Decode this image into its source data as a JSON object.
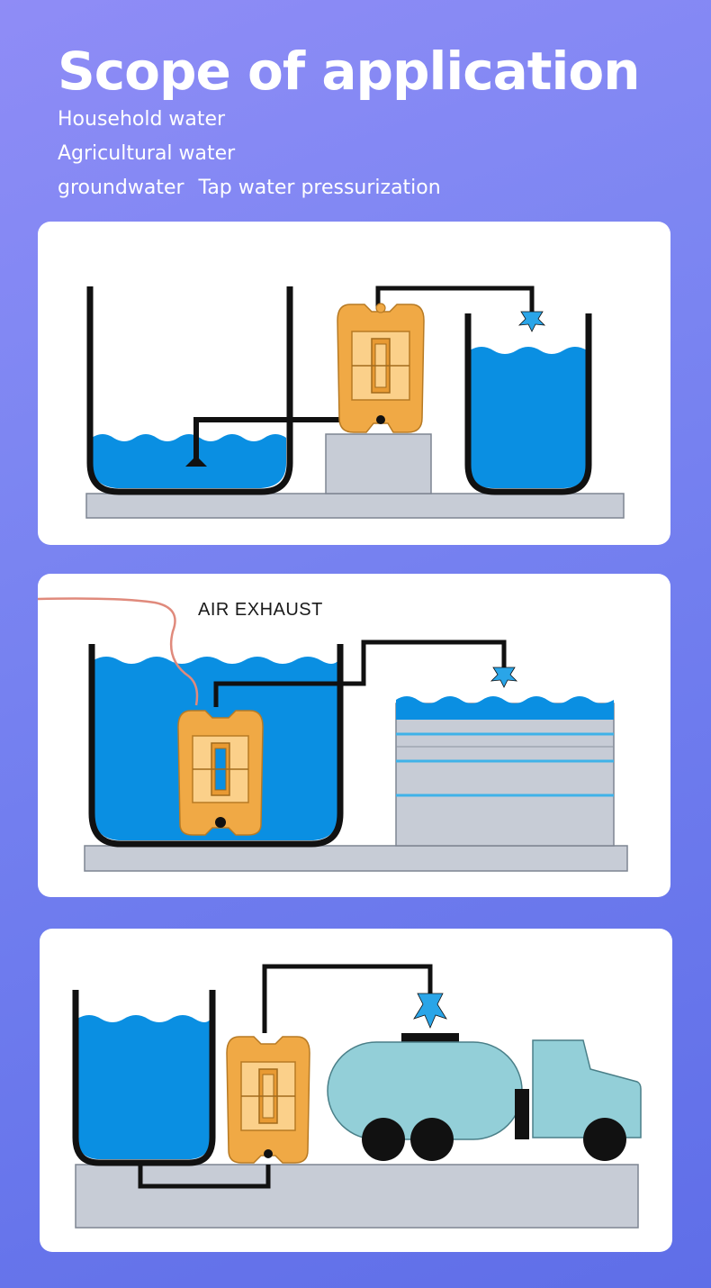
{
  "header": {
    "title": "Scope of application",
    "lines": [
      "Household water",
      "Agricultural water"
    ],
    "line3": {
      "left": "groundwater",
      "right": "Tap water pressurization"
    }
  },
  "diagrams": [
    {
      "icon": "pump-transfer-diagram"
    },
    {
      "icon": "submerged-pump-diagram",
      "label": "AIR EXHAUST"
    },
    {
      "icon": "tanker-filling-diagram"
    }
  ],
  "colors": {
    "water": "#0a8fe2",
    "pump": "#f0a945",
    "base": "#c7ccd6",
    "tanker": "#93cfd8",
    "exhaust_line": "#e08a7c"
  }
}
